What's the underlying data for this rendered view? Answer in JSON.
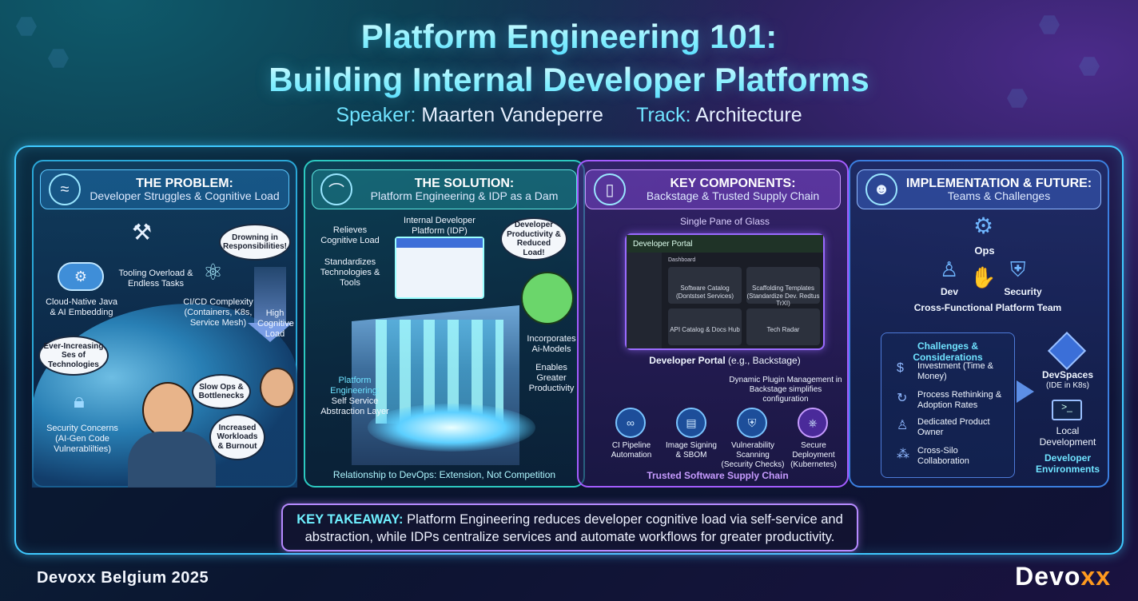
{
  "title": {
    "line1": "Platform Engineering 101:",
    "line2": "Building Internal Developer Platforms"
  },
  "meta": {
    "speaker_label": "Speaker:",
    "speaker": "Maarten Vandeperre",
    "track_label": "Track:",
    "track": "Architecture"
  },
  "panels": {
    "problem": {
      "title": "THE PROBLEM:",
      "subtitle": "Developer Struggles & Cognitive Load",
      "labels": {
        "tooling": "Tooling Overload & Endless Tasks",
        "cloud": "Cloud-Native Java & AI Embedding",
        "cicd": "CI/CD Complexity (Containers, K8s, Service Mesh)",
        "drowning": "Drowning in Responsibilities!",
        "high": "High Cognitive Load",
        "ever": "Ever-Increasing Ses of Technologies",
        "slow": "Slow Ops & Bottlenecks",
        "security": "Security Concerns (AI-Gen Code Vulnerablilties)",
        "workloads": "Increased Workloads & Burnout"
      }
    },
    "solution": {
      "title": "THE SOLUTION:",
      "subtitle": "Platform Engineering & IDP as a Dam",
      "labels": {
        "relieves": "Relieves Cognitive Load",
        "idp": "Internal Developer Platform (IDP)",
        "productivity": "Developer Productivity & Reduced Load!",
        "standardizes": "Standardizes Technologies & Tools",
        "ai": "Incorporates Ai-Models",
        "enables": "Enables Greater Productivity",
        "platform": "Platform Engineering:",
        "abstraction": "Self Service Abstraction Layer",
        "relationship": "Relationship to DevOps: Extension, Not Competition"
      }
    },
    "components": {
      "title": "KEY COMPONENTS:",
      "subtitle": "Backstage & Trusted Supply Chain",
      "single_pane": "Single Pane of Glass",
      "portal": {
        "name": "Developer Portal",
        "section": "Dashboard",
        "cards": [
          {
            "title": "Software Catalog",
            "sub": "(Dontstset Services)"
          },
          {
            "title": "Scaffolding Templates",
            "sub": "(Standardize Dev. Redtus TrXI)"
          },
          {
            "title": "API Catalog & Docs Hub",
            "sub": ""
          },
          {
            "title": "Tech Radar",
            "sub": ""
          }
        ]
      },
      "portal_caption": "Developer Portal",
      "portal_caption_eg": "(e.g., Backstage)",
      "plugin_note": "Dynamic Plugin Management in Backstage simplifies configuration",
      "chain": [
        {
          "label": "CI Pipeline Automation",
          "icon": "∞"
        },
        {
          "label": "Image Signing & SBOM",
          "icon": "▤"
        },
        {
          "label": "Vulnerability Scanning (Security Checks)",
          "icon": "⛨"
        },
        {
          "label": "Secure Deployment (Kubernetes)",
          "icon": "⎈"
        }
      ],
      "chain_title": "Trusted Software Supply Chain"
    },
    "future": {
      "title": "IMPLEMENTATION & FUTURE:",
      "subtitle": "Teams & Challenges",
      "ops": "Ops",
      "dev": "Dev",
      "security": "Security",
      "team": "Cross-Functional Platform Team",
      "challenges_title": "Challenges & Considerations",
      "challenges": [
        "Investment (Time & Money)",
        "Process Rethinking & Adoption Rates",
        "Dedicated Product Owner",
        "Cross-Silo Collaboration"
      ],
      "devspaces": "DevSpaces",
      "devspaces_sub": "(IDE in K8s)",
      "local": "Local Development",
      "env": "Developer Environments"
    }
  },
  "takeaway": {
    "label": "KEY TAKEAWAY:",
    "text": "Platform Engineering reduces developer cognitive load via self-service and abstraction, while IDPs centralize services and automate workflows for greater productivity."
  },
  "footer": {
    "event": "Devoxx Belgium 2025",
    "logo_main": "Devo",
    "logo_accent": "xx"
  },
  "colors": {
    "accent_cyan": "#6fe3ff",
    "accent_purple": "#a45cff",
    "logo_orange": "#ff9a1f"
  }
}
